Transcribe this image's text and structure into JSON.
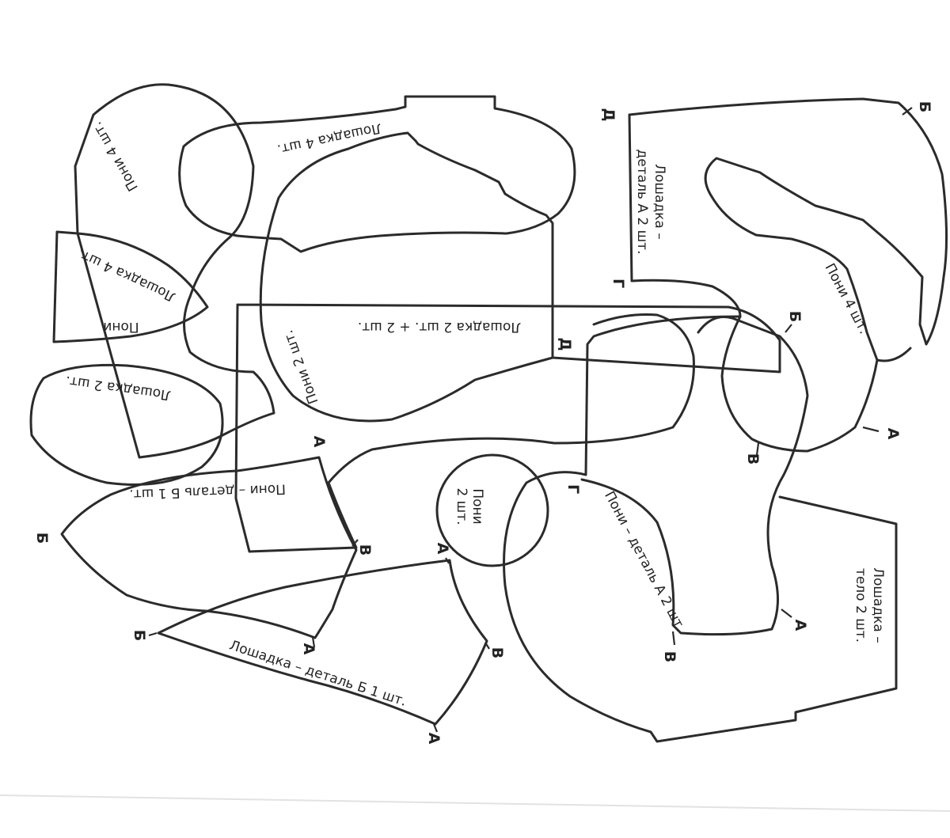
{
  "labels": {
    "pony_4": "Пони 4 шт.",
    "horse_4_top": "Лошадка 4 шт.",
    "horse_4_left": "Лошадка 4 шт.",
    "pony_small": "Пони",
    "horse_2_left": "Лошадка 2 шт.",
    "horse_2_plus_2": "Лошадка 2 шт. + 2 шт.",
    "pony_2_center": "Пони 2 шт.",
    "pony_detail_b": "Пони – деталь Б 1 шт.",
    "horse_detail_b": "Лошадка – деталь Б 1 шт.",
    "pony_2_small_line1": "Пони",
    "pony_2_small_line2": "2 шт.",
    "pony_detail_a": "Пони – деталь А 2 шт.",
    "horse_body_line1": "Лошадка –",
    "horse_body_line2": "тело 2 шт.",
    "horse_detail_a_line1": "Лошадка –",
    "horse_detail_a_line2": "деталь А 2 шт.",
    "pony_4_right": "Пони 4 шт."
  },
  "markers": {
    "d_top": "Д",
    "b_top_right": "Б",
    "g_mid": "Г",
    "d_mid": "Д",
    "b_mid_right": "Б",
    "a_right": "А",
    "v_right": "В",
    "g_low": "Г",
    "a_low_right": "А",
    "v_low_right": "В",
    "a_left_mid": "А",
    "b_left": "Б",
    "v_left_mid": "В",
    "a_center": "А",
    "b_bottom_left": "Б",
    "a_bottom": "А",
    "v_bottom": "В",
    "a_bottom_center": "А"
  }
}
